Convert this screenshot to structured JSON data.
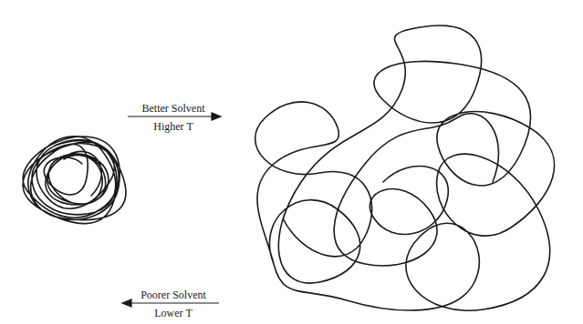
{
  "diagram": {
    "labels": [
      "Better Solvent",
      "Higher T",
      "Poorer Solvent",
      "Lower T"
    ]
  }
}
